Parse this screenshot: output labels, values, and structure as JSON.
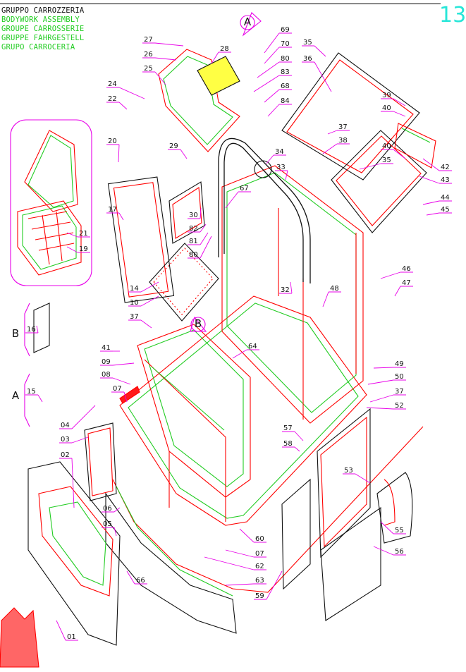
{
  "header": {
    "lines": [
      {
        "text": "GRUPPO CARROZZERIA",
        "color": "#111111"
      },
      {
        "text": "BODYWORK ASSEMBLY",
        "color": "#22cc22"
      },
      {
        "text": "GROUPE CARROSSERIE",
        "color": "#22cc22"
      },
      {
        "text": "GRUPPE FAHRGESTELL",
        "color": "#22cc22"
      },
      {
        "text": "GRUPO CARROCERIA",
        "color": "#22cc22"
      }
    ],
    "page_number": "13"
  },
  "colors": {
    "outline": "#ff0000",
    "inner": "#22cc22",
    "leader": "#e800e8",
    "text": "#111111"
  },
  "detail_letters": [
    "A",
    "B",
    "A",
    "B"
  ],
  "callouts": [
    "01",
    "02",
    "03",
    "04",
    "05",
    "06",
    "07",
    "07",
    "08",
    "09",
    "10",
    "14",
    "15",
    "16",
    "17",
    "19",
    "20",
    "21",
    "22",
    "24",
    "25",
    "26",
    "27",
    "28",
    "29",
    "30",
    "32",
    "33",
    "34",
    "35",
    "35",
    "36",
    "37",
    "37",
    "37",
    "38",
    "39",
    "40",
    "40",
    "41",
    "42",
    "43",
    "44",
    "45",
    "46",
    "47",
    "48",
    "49",
    "50",
    "52",
    "53",
    "55",
    "56",
    "57",
    "58",
    "59",
    "60",
    "62",
    "63",
    "64",
    "66",
    "67",
    "68",
    "69",
    "70",
    "80",
    "80",
    "81",
    "82",
    "83",
    "84"
  ]
}
